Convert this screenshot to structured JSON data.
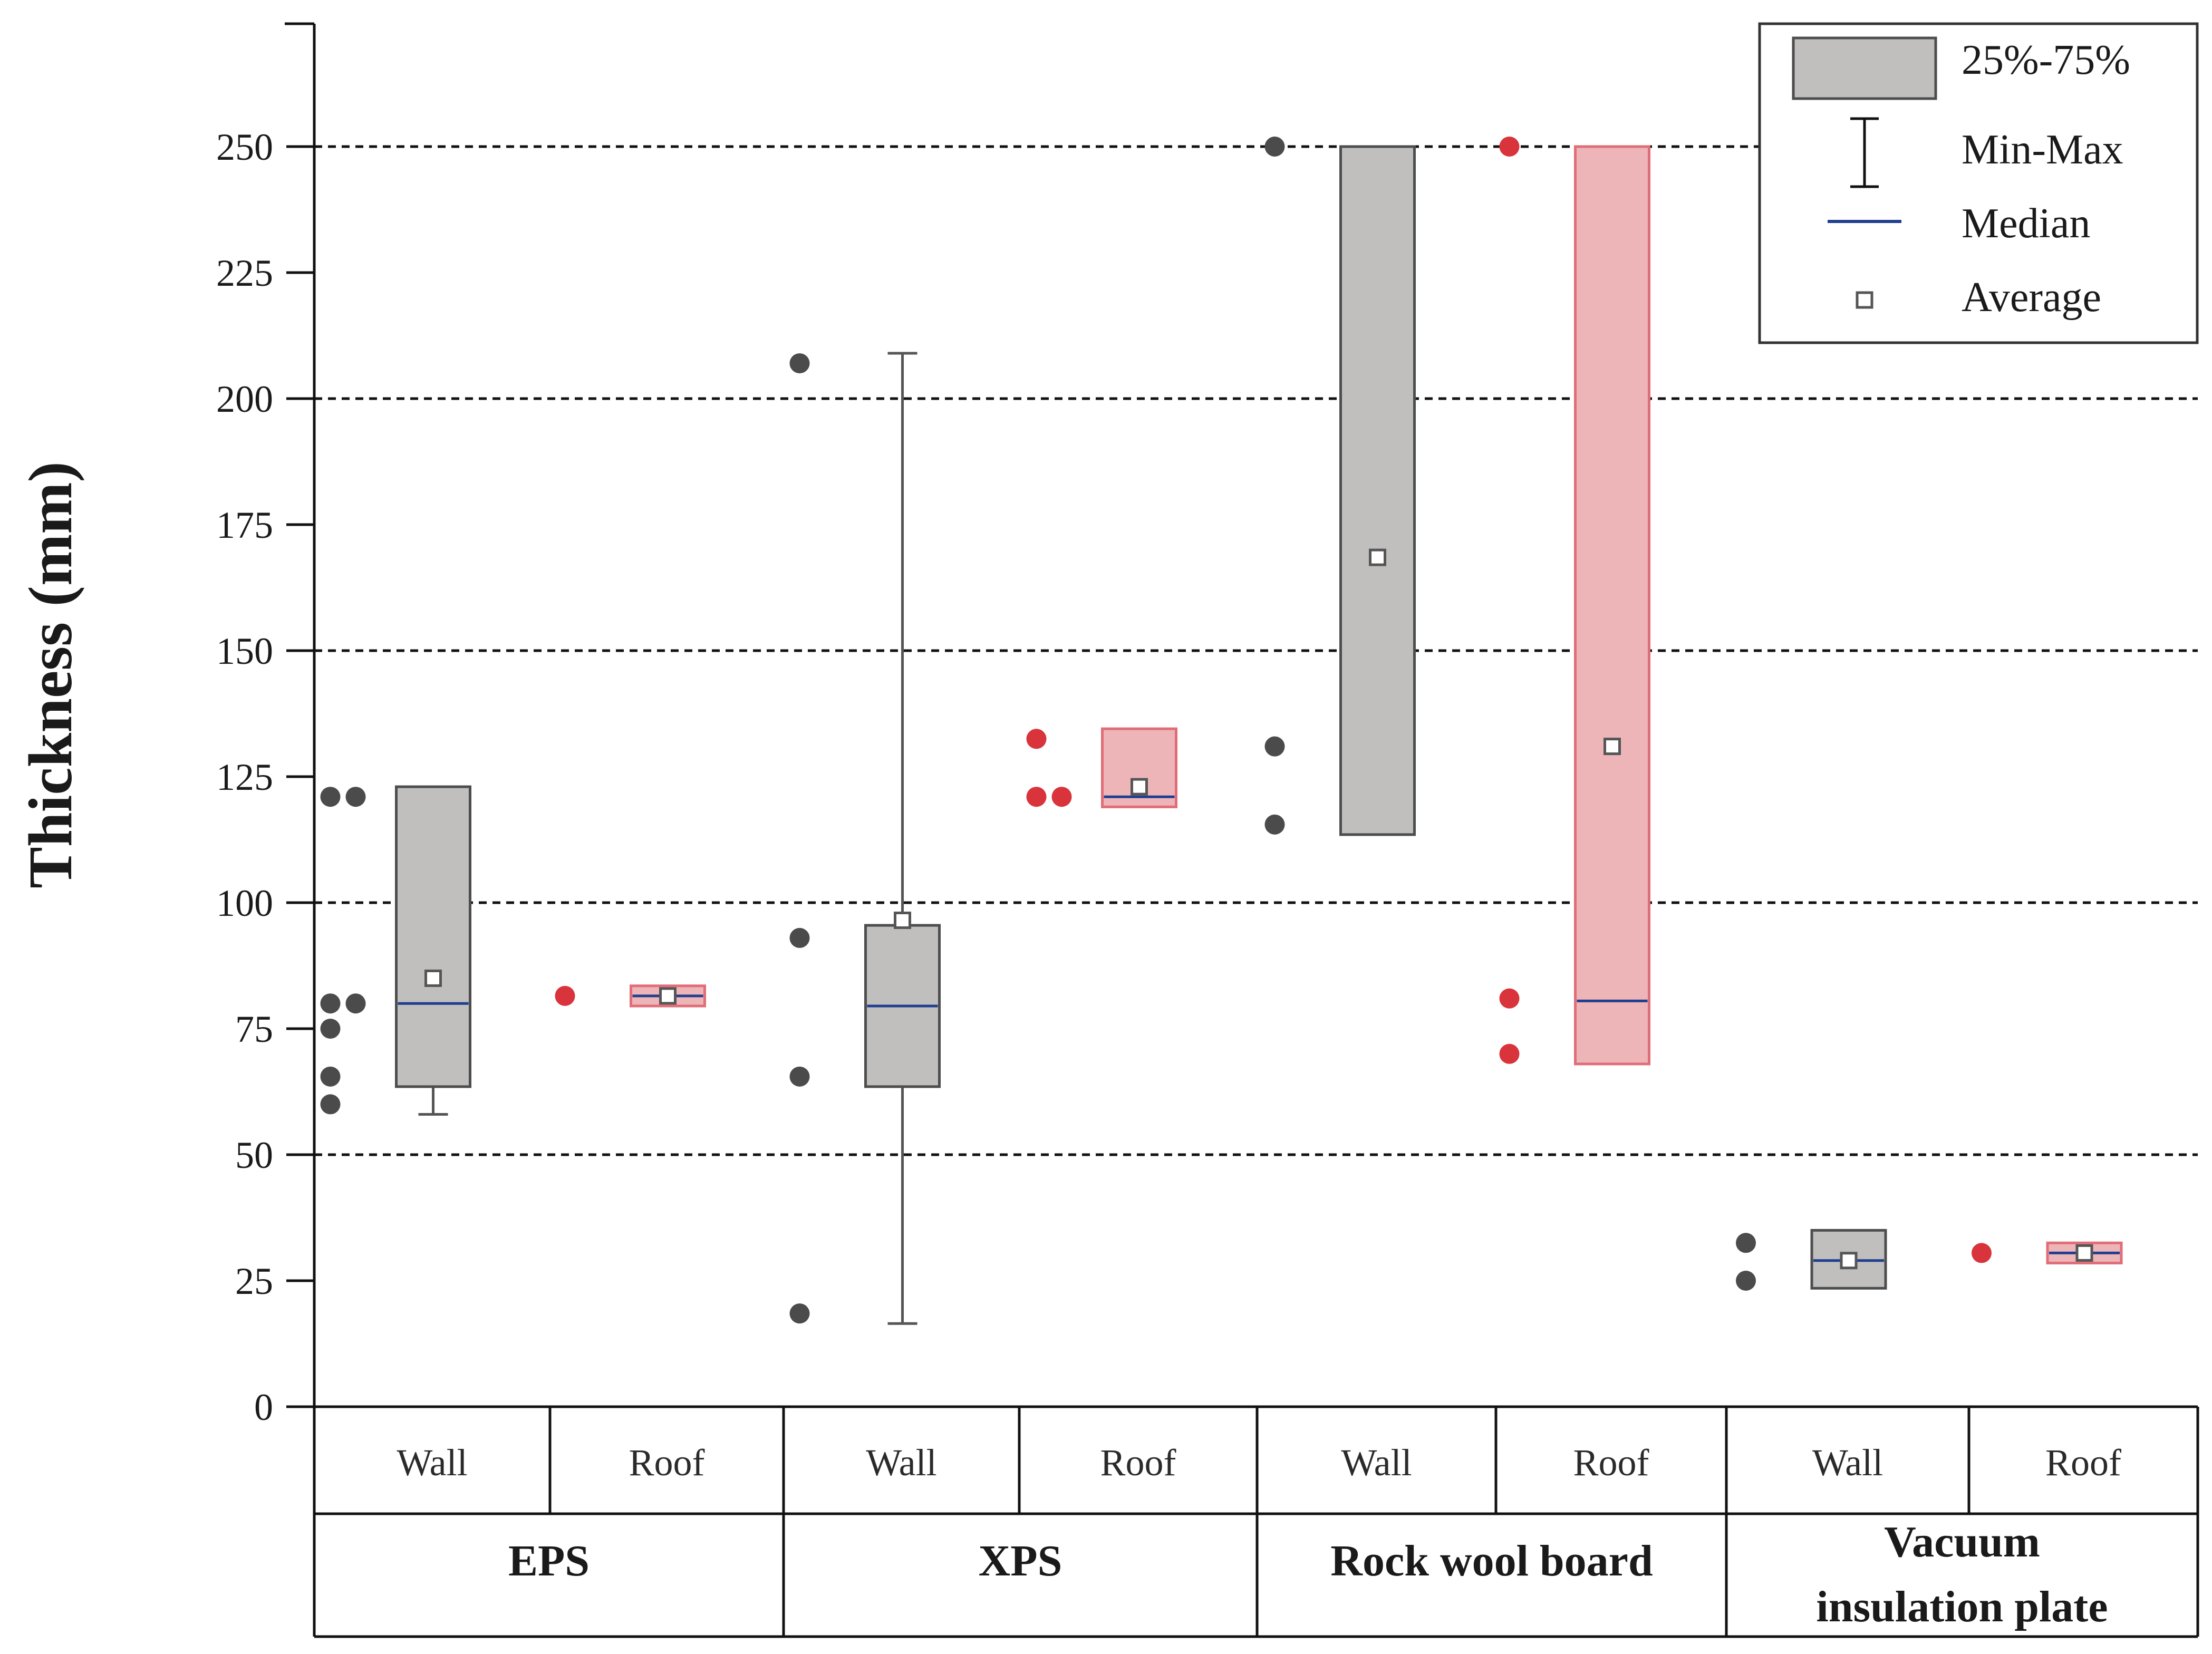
{
  "chart_data": {
    "type": "box",
    "ylabel": "Thickness (mm)",
    "xlabel": "",
    "ylim": [
      0,
      275
    ],
    "yticks": [
      0,
      25,
      50,
      75,
      100,
      125,
      150,
      175,
      200,
      225,
      250
    ],
    "grid_lines": [
      50,
      100,
      150,
      200,
      250
    ],
    "grid": "dashed horizontal",
    "legend_position": "top-right",
    "legend": {
      "box": "25%-75%",
      "whisker": "Min-Max",
      "median": "Median",
      "mean": "Average"
    },
    "colors": {
      "wall_fill": "#c0bfbe",
      "wall_edge": "#4d4d4d",
      "wall_outlier": "#4b4b4b",
      "roof_fill": "#eeb5b9",
      "roof_edge": "#e06d77",
      "roof_outlier": "#d9333b",
      "median": "#1f3e8f"
    },
    "groups": [
      {
        "name": "EPS",
        "boxes": [
          {
            "sub": "Wall",
            "kind": "wall",
            "q1": 63.5,
            "q3": 123,
            "median": 80,
            "mean": 85,
            "whisker_low": 58,
            "whisker_high": null,
            "outliers": [
              [
                0,
                121
              ],
              [
                1,
                121
              ],
              [
                0,
                80
              ],
              [
                1,
                80
              ],
              [
                0,
                75
              ],
              [
                0,
                65.5
              ],
              [
                0,
                60
              ]
            ]
          },
          {
            "sub": "Roof",
            "kind": "roof",
            "q1": 79.5,
            "q3": 83.5,
            "median": 81.5,
            "mean": 81.5,
            "whisker_low": null,
            "whisker_high": null,
            "outliers": [
              [
                0,
                81.5
              ]
            ]
          }
        ]
      },
      {
        "name": "XPS",
        "boxes": [
          {
            "sub": "Wall",
            "kind": "wall",
            "q1": 63.5,
            "q3": 95.5,
            "median": 79.5,
            "mean": 96.5,
            "whisker_low": 16.5,
            "whisker_high": 209,
            "outliers": [
              [
                0,
                207
              ],
              [
                0,
                93
              ],
              [
                0,
                65.5
              ],
              [
                0,
                18.5
              ]
            ]
          },
          {
            "sub": "Roof",
            "kind": "roof",
            "q1": 119,
            "q3": 134.5,
            "median": 121,
            "mean": 123,
            "whisker_low": null,
            "whisker_high": null,
            "outliers": [
              [
                0,
                132.5
              ],
              [
                0,
                121
              ],
              [
                1,
                121
              ]
            ]
          }
        ]
      },
      {
        "name": "Rock wool board",
        "boxes": [
          {
            "sub": "Wall",
            "kind": "wall",
            "q1": 113.5,
            "q3": 250,
            "median": null,
            "mean": 168.5,
            "whisker_low": null,
            "whisker_high": null,
            "outliers": [
              [
                0,
                250
              ],
              [
                0,
                131
              ],
              [
                0,
                115.5
              ]
            ]
          },
          {
            "sub": "Roof",
            "kind": "roof",
            "q1": 68,
            "q3": 250,
            "median": 80.5,
            "mean": 131,
            "whisker_low": null,
            "whisker_high": null,
            "outliers": [
              [
                0,
                250
              ],
              [
                0,
                81
              ],
              [
                0,
                70
              ]
            ]
          }
        ]
      },
      {
        "name": "Vacuum insulation plate",
        "name_lines": [
          "Vacuum",
          "insulation plate"
        ],
        "boxes": [
          {
            "sub": "Wall",
            "kind": "wall",
            "q1": 23.5,
            "q3": 35,
            "median": 29,
            "mean": 29,
            "whisker_low": null,
            "whisker_high": null,
            "outliers": [
              [
                0,
                32.5
              ],
              [
                0,
                25
              ]
            ]
          },
          {
            "sub": "Roof",
            "kind": "roof",
            "q1": 28.5,
            "q3": 32.5,
            "median": 30.5,
            "mean": 30.5,
            "whisker_low": null,
            "whisker_high": null,
            "outliers": [
              [
                0,
                30.5
              ]
            ]
          }
        ]
      }
    ]
  }
}
